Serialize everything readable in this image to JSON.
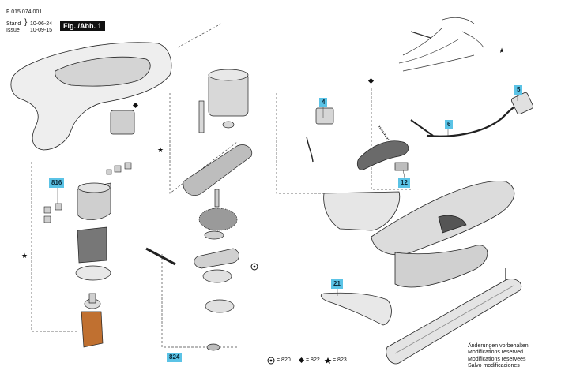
{
  "header": {
    "part_number": "F 015 074 001",
    "stand_label": "Stand",
    "issue_label": "Issue",
    "stand_date": "10-06-24",
    "issue_date": "10-09-15",
    "figure_label": "Fig. /Abb. 1"
  },
  "callouts": {
    "c4": "4",
    "c5": "5",
    "c6": "6",
    "c12": "12",
    "c21": "21",
    "c816": "816",
    "c824": "824"
  },
  "legend": {
    "circle_value": "820",
    "diamond_value": "822",
    "star_value": "823"
  },
  "notes": [
    "Änderungen vorbehalten",
    "Modifications reserved",
    "Modifications reservees",
    "Salvo modificaciones"
  ],
  "colors": {
    "callout_bg": "#5bc3e6",
    "line": "#222222",
    "fill": "#e8e8e8"
  }
}
